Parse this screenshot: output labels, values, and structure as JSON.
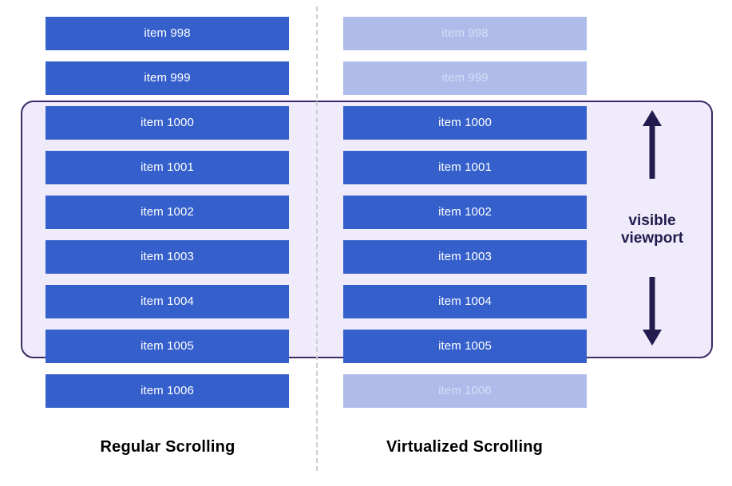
{
  "colors": {
    "item_solid": "#3560cc",
    "item_faded": "#afbcea",
    "item_faded_text": "#d5ddf5",
    "item_text": "#ffffff",
    "viewport_fill": "#efebfa",
    "viewport_border": "#3b2a66",
    "annotation": "#231b4d",
    "divider": "#cfcfcf",
    "caption": "#000000",
    "background": "#ffffff"
  },
  "divider": {
    "style": "dashed",
    "orientation": "vertical"
  },
  "viewport": {
    "annotation_label": "visible\nviewport",
    "arrow_up_icon": "arrow-up-icon",
    "arrow_down_icon": "arrow-down-icon"
  },
  "columns": [
    {
      "id": "regular",
      "caption": "Regular Scrolling",
      "items": [
        {
          "label": "item 998",
          "state": "rendered",
          "in_viewport": false
        },
        {
          "label": "item 999",
          "state": "rendered",
          "in_viewport": false
        },
        {
          "label": "item 1000",
          "state": "rendered",
          "in_viewport": true
        },
        {
          "label": "item 1001",
          "state": "rendered",
          "in_viewport": true
        },
        {
          "label": "item 1002",
          "state": "rendered",
          "in_viewport": true
        },
        {
          "label": "item 1003",
          "state": "rendered",
          "in_viewport": true
        },
        {
          "label": "item 1004",
          "state": "rendered",
          "in_viewport": true
        },
        {
          "label": "item 1005",
          "state": "rendered",
          "in_viewport": true
        },
        {
          "label": "item 1006",
          "state": "rendered",
          "in_viewport": false
        }
      ]
    },
    {
      "id": "virtualized",
      "caption": "Virtualized Scrolling",
      "items": [
        {
          "label": "item 998",
          "state": "placeholder",
          "in_viewport": false
        },
        {
          "label": "item 999",
          "state": "placeholder",
          "in_viewport": false
        },
        {
          "label": "item 1000",
          "state": "rendered",
          "in_viewport": true
        },
        {
          "label": "item 1001",
          "state": "rendered",
          "in_viewport": true
        },
        {
          "label": "item 1002",
          "state": "rendered",
          "in_viewport": true
        },
        {
          "label": "item 1003",
          "state": "rendered",
          "in_viewport": true
        },
        {
          "label": "item 1004",
          "state": "rendered",
          "in_viewport": true
        },
        {
          "label": "item 1005",
          "state": "rendered",
          "in_viewport": true
        },
        {
          "label": "item 1006",
          "state": "placeholder",
          "in_viewport": false
        }
      ]
    }
  ],
  "layout": {
    "item_top_start": 21,
    "item_step": 56
  }
}
